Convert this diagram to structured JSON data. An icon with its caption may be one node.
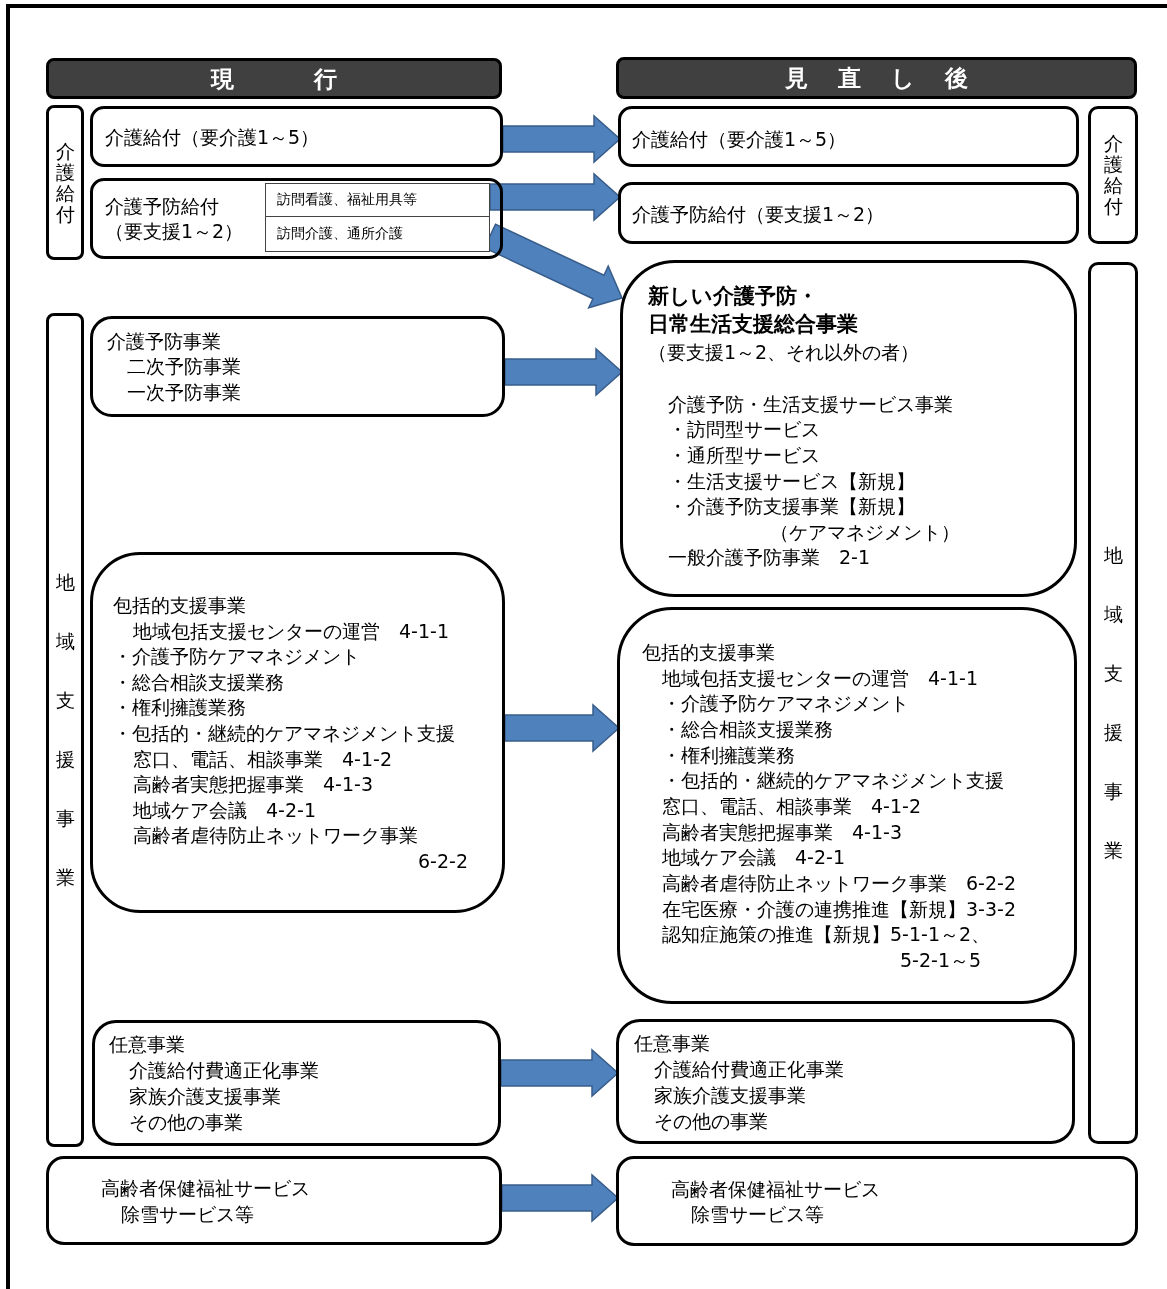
{
  "diagram": {
    "nodes": [
      {
        "text": [
          "現 行"
        ]
      },
      {
        "text": [
          "見 直 し 後"
        ]
      },
      {
        "text": [
          "介護給付"
        ]
      },
      {
        "text": [
          "介護給付（要介護1～5）"
        ]
      },
      {
        "text": [
          "介護予防給付",
          "（要支援1～2）"
        ]
      },
      {
        "text": [
          "訪問看護、福祉用具等"
        ],
        "in": 4
      },
      {
        "text": [
          "訪問介護、通所介護"
        ],
        "in": 4
      },
      {
        "text": [
          "地域支援事業"
        ]
      },
      {
        "text": [
          "介護予防事業",
          "二次予防事業",
          "一次予防事業"
        ]
      },
      {
        "text": [
          "包括的支援事業",
          "地域包括支援センターの運営　4-1-1",
          "・介護予防ケアマネジメント",
          "・総合相談支援業務",
          "・権利擁護業務",
          "・包括的・継続的ケアマネジメント支援",
          "窓口、電話、相談事業　4-1-2",
          "高齢者実態把握事業　4-1-3",
          "地域ケア会議　4-2-1",
          "高齢者虐待防止ネットワーク事業",
          "6-2-2"
        ]
      },
      {
        "text": [
          "任意事業",
          "介護給付費適正化事業",
          "家族介護支援事業",
          "その他の事業"
        ]
      },
      {
        "text": [
          "高齢者保健福祉サービス",
          "除雪サービス等"
        ]
      },
      {
        "text": [
          "介護給付（要介護1～5）"
        ]
      },
      {
        "text": [
          "介護予防給付（要支援1～2）"
        ]
      },
      {
        "text": [
          "介護給付"
        ]
      },
      {
        "text": [
          "新しい介護予防・",
          "日常生活支援総合事業",
          "（要支援1～2、それ以外の者）",
          "介護予防・生活支援サービス事業",
          "・訪問型サービス",
          "・通所型サービス",
          "・生活支援サービス【新規】",
          "・介護予防支援事業【新規】",
          "（ケアマネジメント）",
          "一般介護予防事業　2-1"
        ]
      },
      {
        "text": [
          "包括的支援事業",
          "地域包括支援センターの運営　4-1-1",
          "・介護予防ケアマネジメント",
          "・総合相談支援業務",
          "・権利擁護業務",
          "・包括的・継続的ケアマネジメント支援",
          "窓口、電話、相談事業　4-1-2",
          "高齢者実態把握事業　4-1-3",
          "地域ケア会議　4-2-1",
          "高齢者虐待防止ネットワーク事業　6-2-2",
          "在宅医療・介護の連携推進【新規】3-3-2",
          "認知症施策の推進【新規】5-1-1～2、",
          "5-2-1～5"
        ]
      },
      {
        "text": [
          "任意事業",
          "介護給付費適正化事業",
          "家族介護支援事業",
          "その他の事業"
        ]
      },
      {
        "text": [
          "高齢者保健福祉サービス",
          "除雪サービス等"
        ]
      },
      {
        "text": [
          "地域支援事業"
        ]
      }
    ],
    "edges": [
      {
        "from": 3,
        "to": 12,
        "arrow": "to"
      },
      {
        "from": 5,
        "to": 13,
        "arrow": "to"
      },
      {
        "from": 6,
        "to": 15,
        "arrow": "to"
      },
      {
        "from": 8,
        "to": 15,
        "arrow": "to"
      },
      {
        "from": 9,
        "to": 16,
        "arrow": "to"
      },
      {
        "from": 10,
        "to": 17,
        "arrow": "to"
      },
      {
        "from": 11,
        "to": 18,
        "arrow": "to"
      }
    ]
  }
}
